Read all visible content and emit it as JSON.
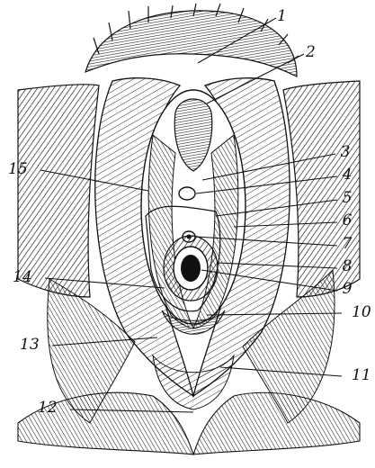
{
  "labels": [
    "1",
    "2",
    "3",
    "4",
    "5",
    "6",
    "7",
    "8",
    "9",
    "10",
    "11",
    "12",
    "13",
    "14",
    "15"
  ],
  "colors": {
    "ink": "#111111",
    "paper": "#ffffff"
  }
}
